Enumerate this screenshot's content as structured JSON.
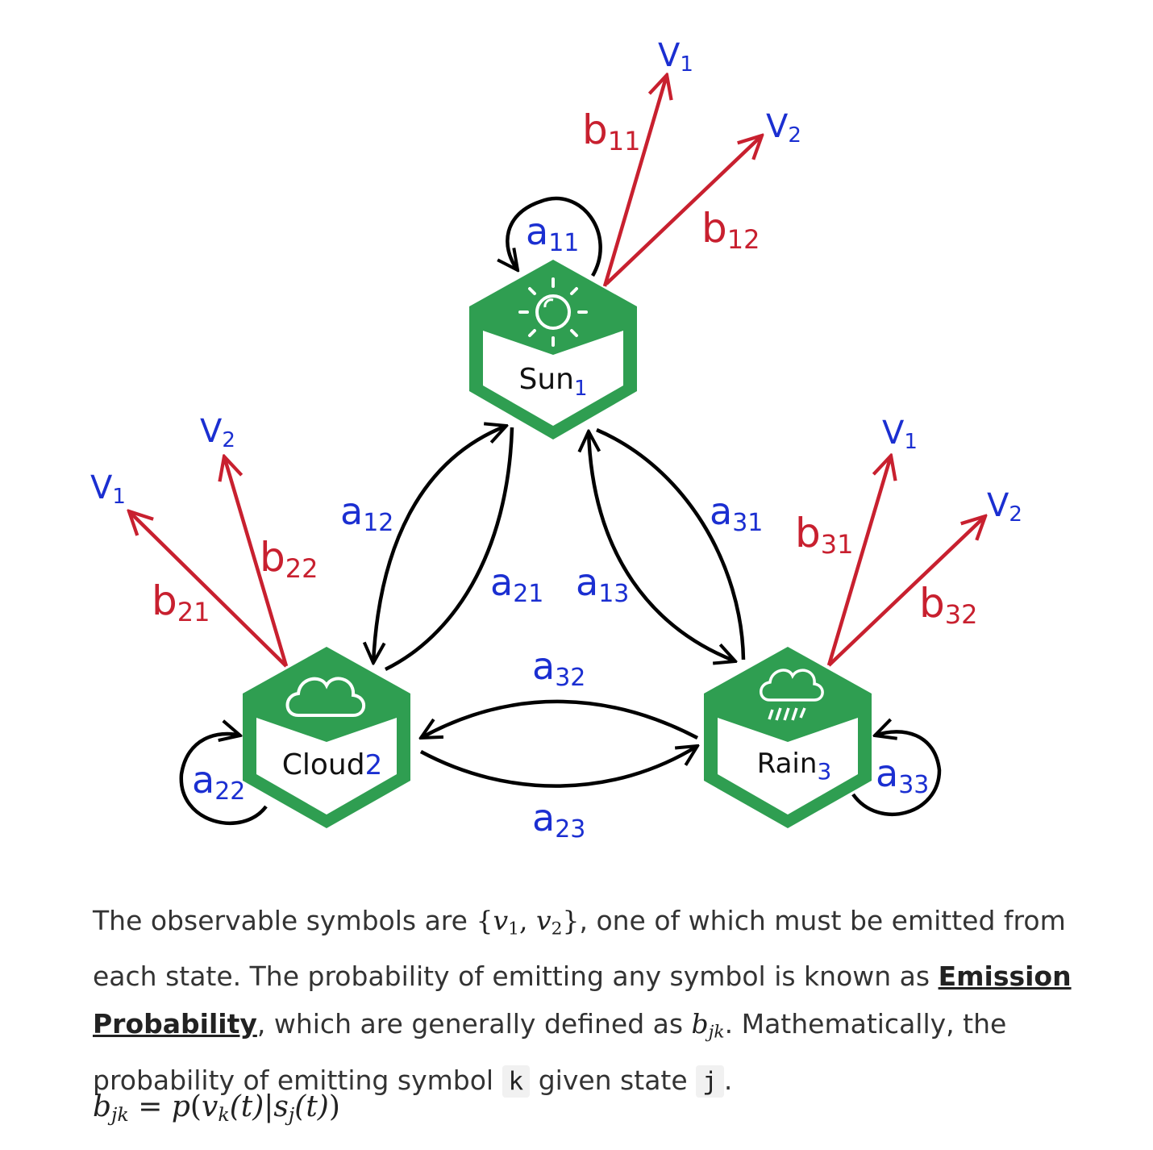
{
  "colors": {
    "state": "#2f9e51",
    "transition": "#000000",
    "emission": "#c8202f",
    "symbol": "#1b2fd1"
  },
  "states": [
    {
      "id": "sun",
      "name": "Sun",
      "index": "1",
      "icon": "sun-icon"
    },
    {
      "id": "cloud",
      "name": "Cloud",
      "index": "2",
      "icon": "cloud-icon"
    },
    {
      "id": "rain",
      "name": "Rain",
      "index": "3",
      "icon": "rain-cloud-icon"
    }
  ],
  "transitions": [
    {
      "base": "a",
      "sub": "11"
    },
    {
      "base": "a",
      "sub": "12"
    },
    {
      "base": "a",
      "sub": "21"
    },
    {
      "base": "a",
      "sub": "13"
    },
    {
      "base": "a",
      "sub": "31"
    },
    {
      "base": "a",
      "sub": "22"
    },
    {
      "base": "a",
      "sub": "23"
    },
    {
      "base": "a",
      "sub": "32"
    },
    {
      "base": "a",
      "sub": "33"
    }
  ],
  "emissions": [
    {
      "base": "b",
      "sub": "11"
    },
    {
      "base": "b",
      "sub": "12"
    },
    {
      "base": "b",
      "sub": "21"
    },
    {
      "base": "b",
      "sub": "22"
    },
    {
      "base": "b",
      "sub": "31"
    },
    {
      "base": "b",
      "sub": "32"
    }
  ],
  "symbols": [
    {
      "base": "V",
      "sub": "1"
    },
    {
      "base": "V",
      "sub": "2"
    }
  ],
  "paragraph": {
    "t1": "The observable symbols are ",
    "set_open": "{",
    "v1": "v",
    "v1_sub": "1",
    "comma": ", ",
    "v2": "v",
    "v2_sub": "2",
    "set_close": "}",
    "t2": ", one of which must be emitted from each state. The probability of emitting any symbol is known as ",
    "emph": "Emission Probability",
    "t3": ", which are generally defined as ",
    "b": "b",
    "b_sub": "jk",
    "t4": ". Mathematically, the probability of emitting symbol ",
    "code_k": "k",
    "t5": " given state ",
    "code_j": "j",
    "t6": "."
  },
  "formula": {
    "lhs": "b",
    "lhs_sub": "jk",
    "eq": " = ",
    "p": "p",
    "open": "(",
    "v": "v",
    "v_sub": "k",
    "t1": "(t)",
    "bar": "|",
    "s": "s",
    "s_sub": "j",
    "t2": "(t)",
    "close": ")"
  }
}
